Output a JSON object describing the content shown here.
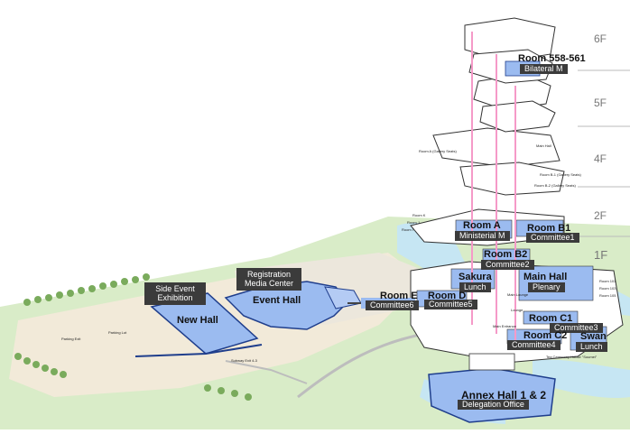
{
  "floors": [
    "6F",
    "5F",
    "4F",
    "2F",
    "1F"
  ],
  "rooms": [
    {
      "id": "room558",
      "name": "Room 558-561",
      "func": "Bilateral M"
    },
    {
      "id": "roomA",
      "name": "Room A",
      "func": "Ministerial M"
    },
    {
      "id": "roomB1",
      "name": "Room B1",
      "func": "Committee1"
    },
    {
      "id": "roomB2",
      "name": "Room B2",
      "func": "Committee2"
    },
    {
      "id": "sakura",
      "name": "Sakura",
      "func": "Lunch"
    },
    {
      "id": "mainhall",
      "name": "Main Hall",
      "func": "Plenary"
    },
    {
      "id": "roomE",
      "name": "Room E",
      "func": "Committee6"
    },
    {
      "id": "roomD",
      "name": "Room D",
      "func": "Committee5"
    },
    {
      "id": "roomC1",
      "name": "Room C1",
      "func": "Committee3"
    },
    {
      "id": "roomC2",
      "name": "Room C2",
      "func": "Committee4"
    },
    {
      "id": "swan",
      "name": "Swan",
      "func": "Lunch"
    },
    {
      "id": "annex",
      "name": "Annex Hall 1 & 2",
      "func": "Delegation Office"
    }
  ],
  "halls": {
    "new_hall": "New Hall",
    "event_hall": "Event Hall",
    "side_event_caption": "Side Event Exhibition",
    "registration_caption": "Registration Media Center"
  },
  "small_labels": {
    "main_hall_4f": "Main Hall",
    "room_b1_gallery": "Room B-1 (Gallery Seats)",
    "room_b2_gallery": "Room B-2 (Gallery Seats)",
    "room_a_gallery": "Room A (Gallery Seats)",
    "room_k": "Room K",
    "room_j": "Room J",
    "room_i": "Room I",
    "parking_exit": "Parking Exit",
    "parking_lot": "Parking Lot",
    "subway_exit": "Subway Exit 4-3",
    "tea_house": "Tea Ceremony House \"Soumei\"",
    "main_lounge": "Main Lounge",
    "lounge": "Lounge",
    "entrance": "Main Entrance",
    "room_101": "Room 101",
    "room_103": "Room 103",
    "room_105": "Room 105"
  },
  "colors": {
    "room_blue": "#9bbbf0",
    "route_pink": "#f59ac8",
    "label_dark": "#3b3b3b",
    "grass": "#d9ecc8",
    "ground": "#f2ead9",
    "water": "#c6e6f3",
    "tree": "#7aab5c"
  }
}
